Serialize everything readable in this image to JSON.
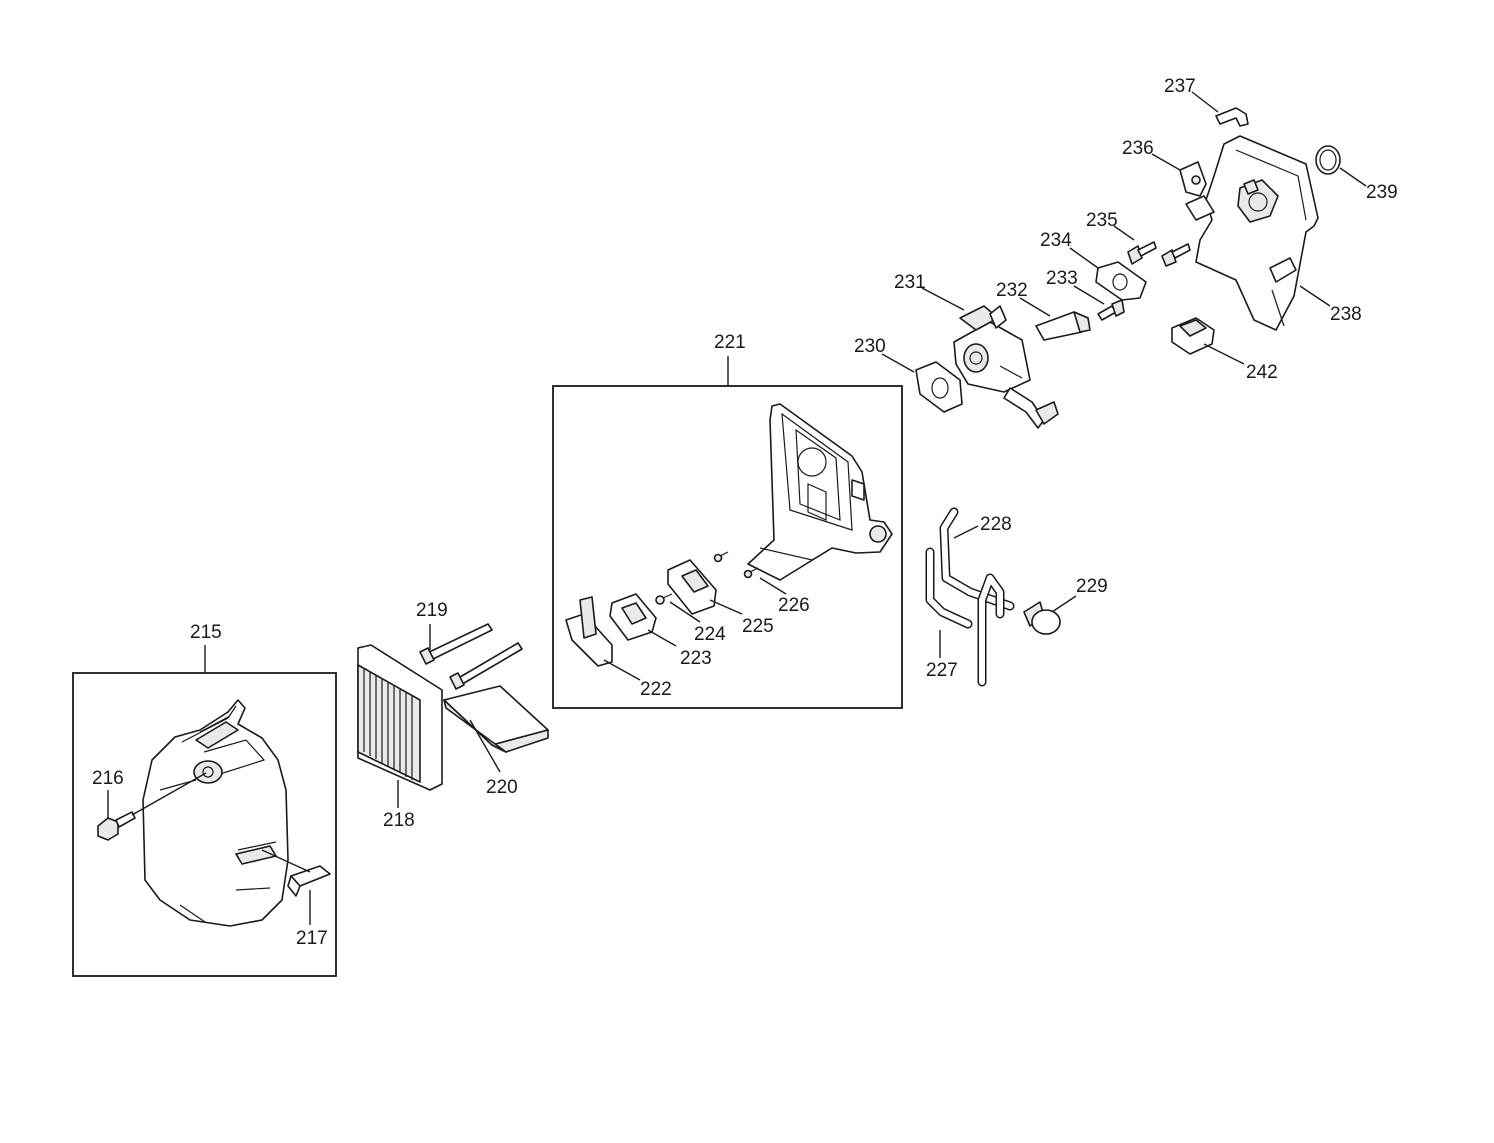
{
  "diagram": {
    "groups": [
      {
        "id": "215",
        "label": "215"
      },
      {
        "id": "221",
        "label": "221"
      }
    ],
    "parts": [
      {
        "id": "216",
        "label": "216"
      },
      {
        "id": "217",
        "label": "217"
      },
      {
        "id": "218",
        "label": "218"
      },
      {
        "id": "219",
        "label": "219"
      },
      {
        "id": "220",
        "label": "220"
      },
      {
        "id": "222",
        "label": "222"
      },
      {
        "id": "223",
        "label": "223"
      },
      {
        "id": "224",
        "label": "224"
      },
      {
        "id": "225",
        "label": "225"
      },
      {
        "id": "226",
        "label": "226"
      },
      {
        "id": "227",
        "label": "227"
      },
      {
        "id": "228",
        "label": "228"
      },
      {
        "id": "229",
        "label": "229"
      },
      {
        "id": "230",
        "label": "230"
      },
      {
        "id": "231",
        "label": "231"
      },
      {
        "id": "232",
        "label": "232"
      },
      {
        "id": "233",
        "label": "233"
      },
      {
        "id": "234",
        "label": "234"
      },
      {
        "id": "235",
        "label": "235"
      },
      {
        "id": "236",
        "label": "236"
      },
      {
        "id": "237",
        "label": "237"
      },
      {
        "id": "238",
        "label": "238"
      },
      {
        "id": "239",
        "label": "239"
      },
      {
        "id": "242",
        "label": "242"
      }
    ]
  }
}
